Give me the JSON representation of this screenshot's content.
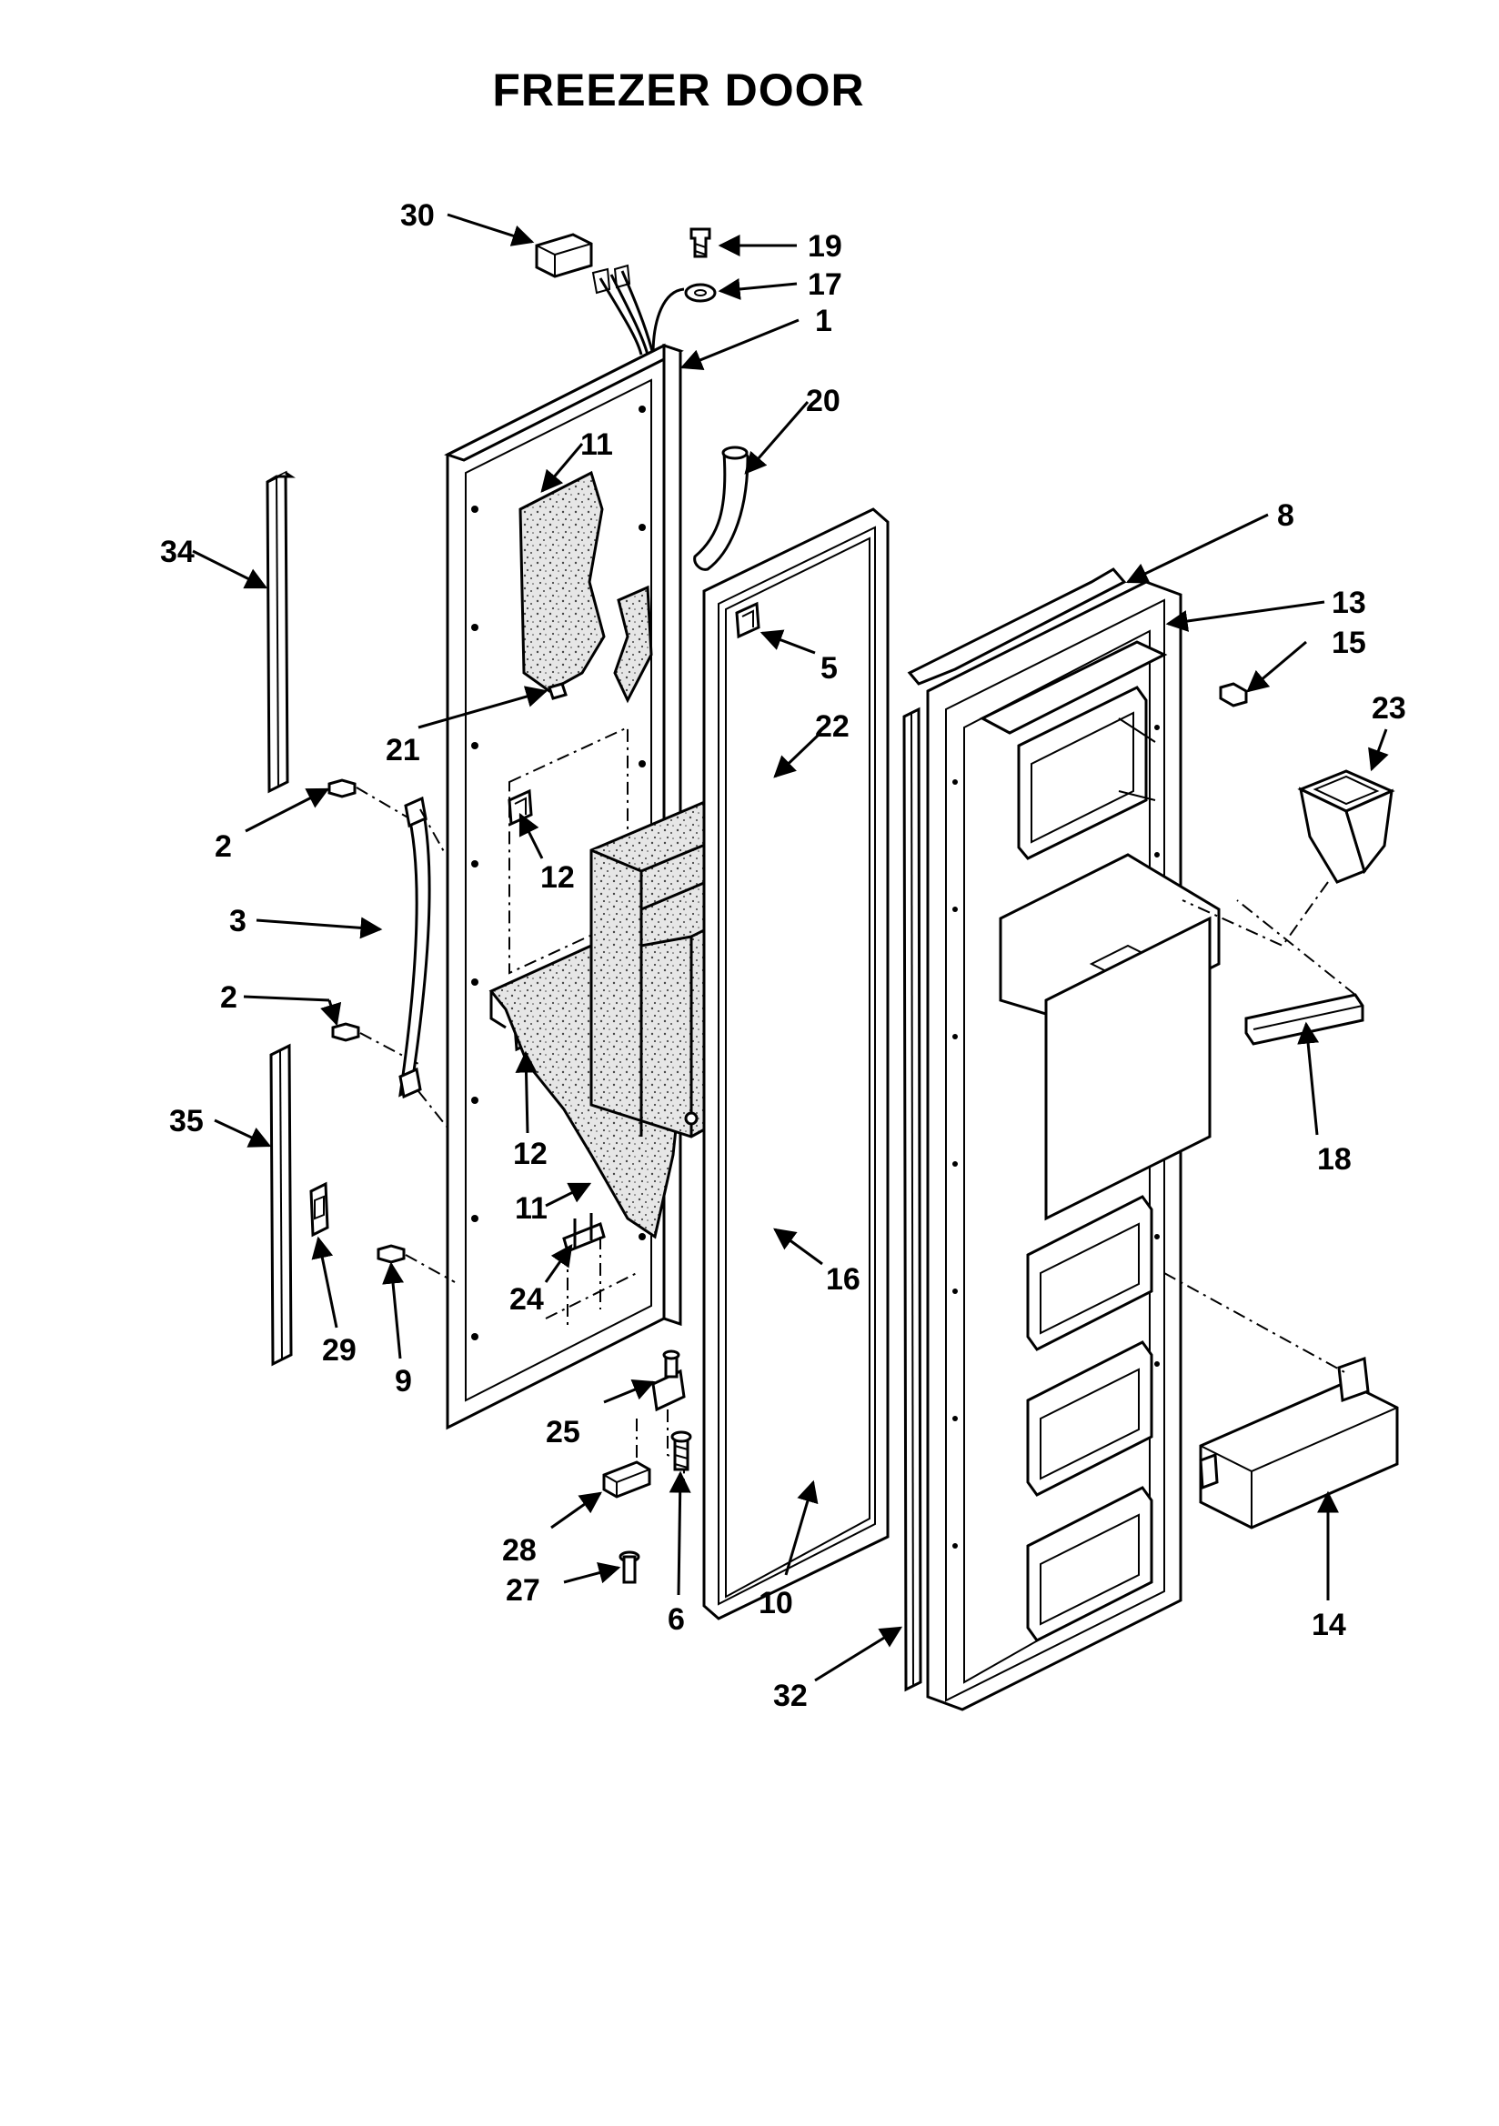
{
  "title": "FREEZER DOOR",
  "callouts": {
    "c30": "30",
    "c19": "19",
    "c17": "17",
    "c1": "1",
    "c20": "20",
    "c11a": "11",
    "c8": "8",
    "c34": "34",
    "c13": "13",
    "c15": "15",
    "c5": "5",
    "c23": "23",
    "c21": "21",
    "c22": "22",
    "c2a": "2",
    "c12a": "12",
    "c3": "3",
    "c2b": "2",
    "c35": "35",
    "c12b": "12",
    "c18": "18",
    "c11b": "11",
    "c16": "16",
    "c24": "24",
    "c29": "29",
    "c9": "9",
    "c25": "25",
    "c28": "28",
    "c27": "27",
    "c6": "6",
    "c10": "10",
    "c14": "14",
    "c32": "32"
  }
}
